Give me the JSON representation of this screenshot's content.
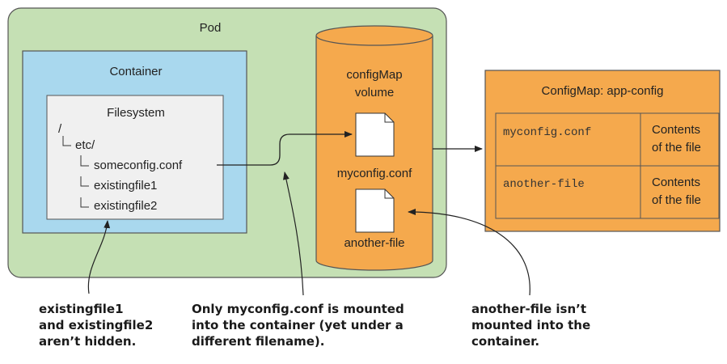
{
  "pod": {
    "label": "Pod"
  },
  "container": {
    "label": "Container"
  },
  "filesystem": {
    "title": "Filesystem",
    "root": "/",
    "etc": "etc/",
    "files": [
      "someconfig.conf",
      "existingfile1",
      "existingfile2"
    ]
  },
  "volume": {
    "label_line1": "configMap",
    "label_line2": "volume",
    "files": [
      "myconfig.conf",
      "another-file"
    ]
  },
  "configmap": {
    "title": "ConfigMap: app-config",
    "rows": [
      {
        "key": "myconfig.conf",
        "value_line1": "Contents",
        "value_line2": "of the file"
      },
      {
        "key": "another-file",
        "value_line1": "Contents",
        "value_line2": "of the file"
      }
    ]
  },
  "annotations": [
    {
      "lines": [
        "existingfile1",
        "and existingfile2",
        "aren’t hidden."
      ]
    },
    {
      "lines": [
        "Only myconfig.conf is mounted",
        "into the container (yet under a",
        "different filename)."
      ]
    },
    {
      "lines": [
        "another-file isn’t",
        "mounted into the",
        "container."
      ]
    }
  ],
  "colors": {
    "pod_fill": "#c5e0b4",
    "container_fill": "#a9d8ee",
    "filesystem_fill": "#f0f0f0",
    "volume_fill": "#f5a94d",
    "configmap_fill": "#f5a94d",
    "border": "#555555"
  }
}
